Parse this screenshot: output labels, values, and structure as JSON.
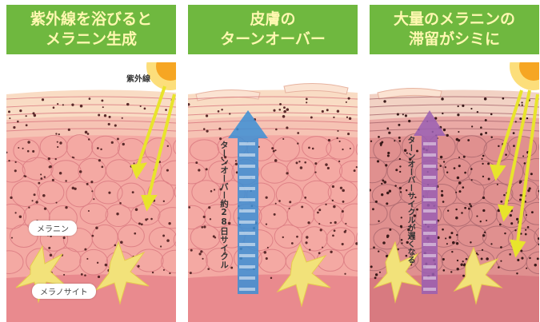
{
  "panels": [
    {
      "title_line1": "紫外線を浴びると",
      "title_line2": "メラニン生成",
      "uv_label": "紫外線",
      "melanin_label": "メラニン",
      "melanocyte_label": "メラノサイト"
    },
    {
      "title_line1": "皮膚の",
      "title_line2": "ターンオーバー",
      "arrow_label": "ターンオーバー約28日サイクル"
    },
    {
      "title_line1": "大量のメラニンの",
      "title_line2": "滞留がシミに",
      "arrow_label": "ターンオーバーサイクルが遅くなる"
    }
  ],
  "colors": {
    "header_bg": "#6fb83f",
    "header_text": "#fff8b0",
    "skin_top": "#f9dcc4",
    "skin_mid": "#f4a9a3",
    "skin_deep": "#e98a8e",
    "uv_arrow": "#e8e42c",
    "turnover_arrow": "#3b8fd6",
    "slow_arrow": "#9a5fb3",
    "melanocyte": "#f2e27a"
  }
}
